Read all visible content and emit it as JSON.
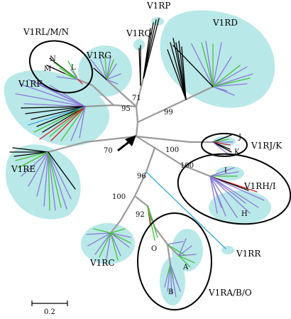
{
  "colors": {
    "blob": "#b9e8e8",
    "trunk": "#9a9a9a",
    "purple": "#8a7ad8",
    "green": "#44c23a",
    "black": "#000000",
    "red": "#d0202a",
    "cyan": "#3aa6d8"
  },
  "clades": [
    {
      "id": "v1rp",
      "label": "V1RP"
    },
    {
      "id": "v1rq",
      "label": "V1RQ"
    },
    {
      "id": "v1rd",
      "label": "V1RD"
    },
    {
      "id": "v1rlmn",
      "label": "V1RL/M/N"
    },
    {
      "id": "v1rg",
      "label": "V1RG"
    },
    {
      "id": "v1rf",
      "label": "V1RF"
    },
    {
      "id": "v1re",
      "label": "V1RE"
    },
    {
      "id": "v1rjk",
      "label": "V1RJ/K"
    },
    {
      "id": "v1rhi",
      "label": "V1RH/I"
    },
    {
      "id": "v1rc",
      "label": "V1RC"
    },
    {
      "id": "v1rr",
      "label": "V1RR"
    },
    {
      "id": "v1rabo",
      "label": "V1RA/B/O"
    }
  ],
  "subgroups": [
    {
      "id": "n",
      "label": "N"
    },
    {
      "id": "m",
      "label": "M"
    },
    {
      "id": "l",
      "label": "L"
    },
    {
      "id": "j",
      "label": "J"
    },
    {
      "id": "k",
      "label": "K"
    },
    {
      "id": "i",
      "label": "I"
    },
    {
      "id": "h",
      "label": "H"
    },
    {
      "id": "o",
      "label": "O"
    },
    {
      "id": "a",
      "label": "A"
    },
    {
      "id": "b",
      "label": "B"
    }
  ],
  "bootstrap": [
    {
      "id": "b71",
      "label": "71"
    },
    {
      "id": "b95",
      "label": "95"
    },
    {
      "id": "b99",
      "label": "99"
    },
    {
      "id": "b70",
      "label": "70"
    },
    {
      "id": "b100a",
      "label": "100"
    },
    {
      "id": "b100b",
      "label": "100"
    },
    {
      "id": "b96",
      "label": "96"
    },
    {
      "id": "b100c",
      "label": "100"
    },
    {
      "id": "b92",
      "label": "92"
    }
  ],
  "scale": {
    "label": "0.2"
  }
}
